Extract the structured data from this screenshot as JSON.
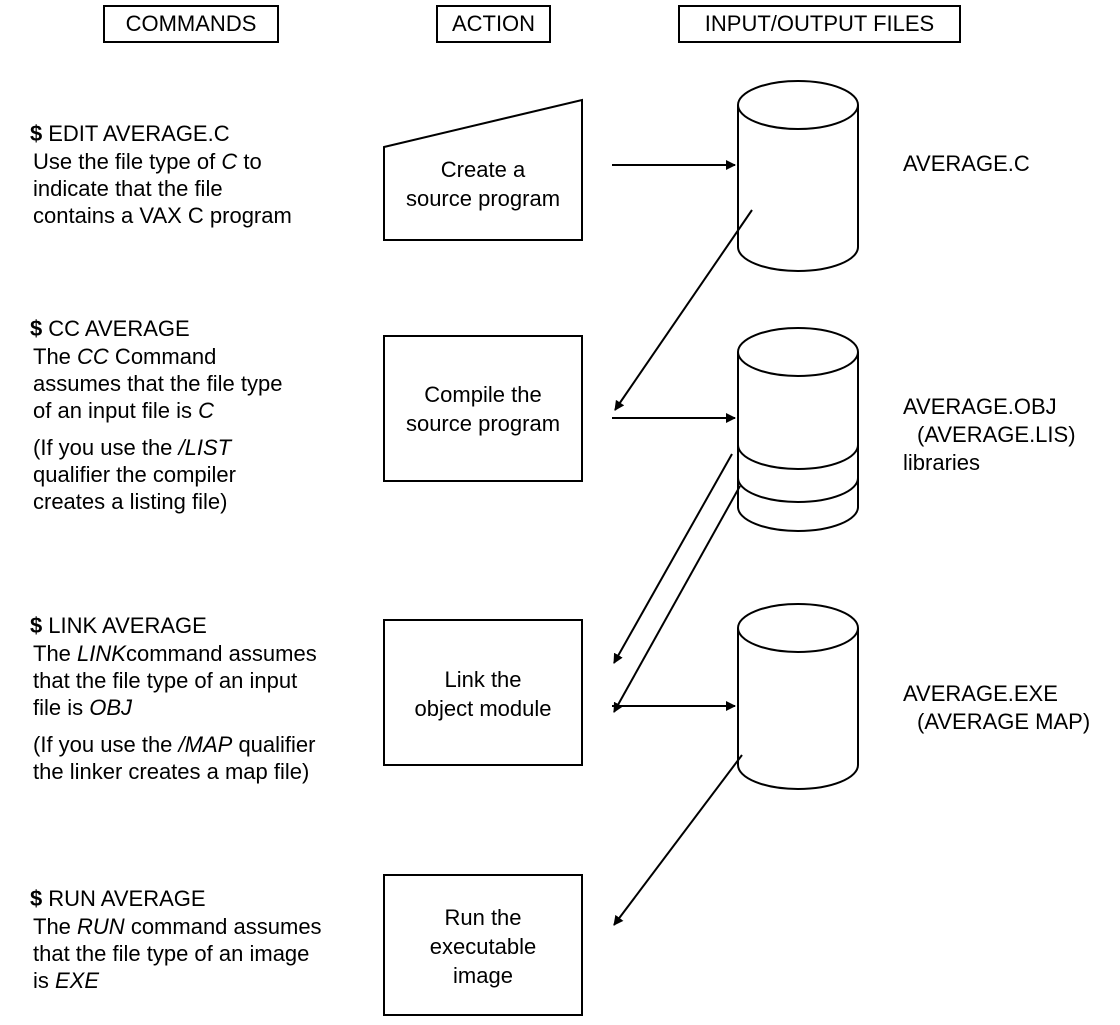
{
  "headers": {
    "commands": "COMMANDS",
    "action": "ACTION",
    "files": "INPUT/OUTPUT FILES"
  },
  "steps": [
    {
      "dollar": "$",
      "command": "EDIT AVERAGE.C",
      "description_lines": [
        [
          "Use the file type of ",
          {
            "i": "C"
          },
          " to"
        ],
        [
          "indicate that the file"
        ],
        [
          "contains a VAX C program"
        ]
      ],
      "note_lines": [],
      "action_lines": [
        "Create a",
        "source program"
      ],
      "files": [
        "AVERAGE.C"
      ]
    },
    {
      "dollar": "$",
      "command": "CC AVERAGE",
      "description_lines": [
        [
          "The ",
          {
            "i": "CC"
          },
          "  Command"
        ],
        [
          "assumes that the file type"
        ],
        [
          "of an input file is ",
          {
            "i": "C"
          }
        ]
      ],
      "note_lines": [
        [
          "(If you use the ",
          {
            "i": "/LIST"
          }
        ],
        [
          "qualifier the compiler"
        ],
        [
          "creates a listing file)"
        ]
      ],
      "action_lines": [
        "Compile the",
        "source program"
      ],
      "files": [
        "AVERAGE.OBJ",
        "(AVERAGE.LIS)",
        "libraries"
      ]
    },
    {
      "dollar": "$",
      "command": "LINK AVERAGE",
      "description_lines": [
        [
          "The ",
          {
            "i": "LINK"
          },
          "command assumes"
        ],
        [
          "that the file type of an input"
        ],
        [
          "file is ",
          {
            "i": "OBJ"
          }
        ]
      ],
      "note_lines": [
        [
          "(If you use the ",
          {
            "i": "/MAP"
          },
          " qualifier"
        ],
        [
          "the linker creates a map file)"
        ]
      ],
      "action_lines": [
        "Link the",
        "object module"
      ],
      "files": [
        "AVERAGE.EXE",
        "(AVERAGE MAP)"
      ]
    },
    {
      "dollar": "$",
      "command": "RUN AVERAGE",
      "description_lines": [
        [
          "The ",
          {
            "i": "RUN"
          },
          " command assumes"
        ],
        [
          "that the file type of an image"
        ],
        [
          "is ",
          {
            "i": "EXE"
          }
        ]
      ],
      "note_lines": [],
      "action_lines": [
        "Run the",
        "executable",
        "image"
      ],
      "files": []
    }
  ]
}
